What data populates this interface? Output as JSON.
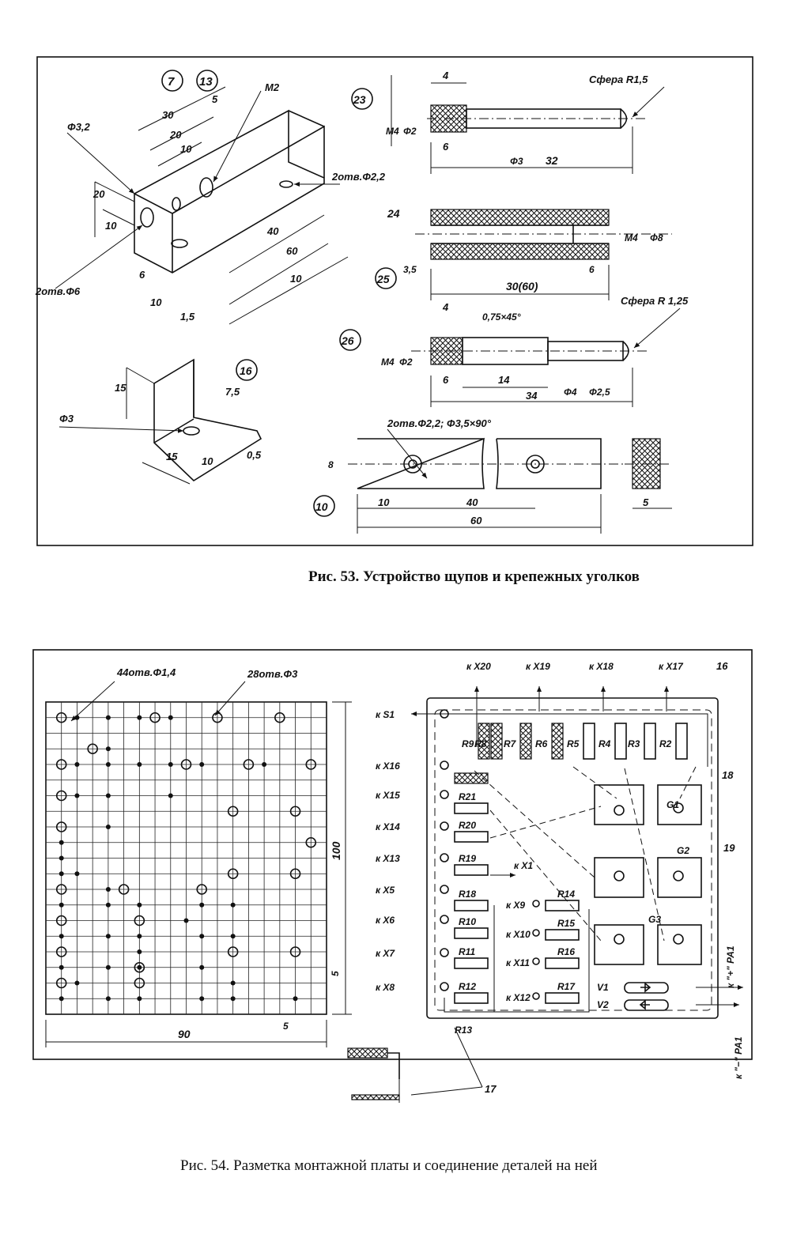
{
  "fig53": {
    "caption": "Рис. 53. Устройство щупов и крепежных уголков",
    "part7": {
      "num_a": "7",
      "num_b": "13",
      "dims": [
        "30",
        "20",
        "10",
        "5",
        "20",
        "10",
        "6",
        "10",
        "1,5",
        "40",
        "60",
        "10"
      ],
      "diam32": "Φ3,2",
      "m2": "M2",
      "holes22": "2отв.Φ2,2",
      "holes6": "2отв.Φ6"
    },
    "part16": {
      "num": "16",
      "dims": [
        "15",
        "7,5",
        "15",
        "10",
        "0,5"
      ],
      "diam": "Φ3"
    },
    "part23": {
      "num": "23",
      "dims": [
        "4",
        "6",
        "32"
      ],
      "m4": "M4",
      "d2": "Φ2",
      "d3": "Φ3",
      "sphere": "Сфера R1,5"
    },
    "part25": {
      "num": "25",
      "dims": [
        "24",
        "3,5",
        "6",
        "30(60)"
      ],
      "m4": "M4",
      "d8": "Φ8"
    },
    "part26": {
      "num": "26",
      "dims": [
        "4",
        "6",
        "14",
        "34"
      ],
      "chamfer": "0,75×45°",
      "m4": "M4",
      "d2": "Φ2",
      "d4": "Φ4",
      "d25": "Φ2,5",
      "sphere": "Сфера R 1,25"
    },
    "part10": {
      "num": "10",
      "dims": [
        "8",
        "10",
        "40",
        "60",
        "5"
      ],
      "holes": "2отв.Φ2,2; Φ3,5×90°"
    }
  },
  "fig54": {
    "caption": "Рис. 54. Разметка монтажной платы и соединение деталей на ней",
    "board": {
      "holes_small": "44отв.Φ1,4",
      "holes_big": "28отв.Φ3",
      "w": "90",
      "h": "100",
      "m5a": "5",
      "m5b": "5"
    },
    "wiring": {
      "top": [
        "к X20",
        "к X19",
        "к X18",
        "к X17"
      ],
      "left": [
        "к S1",
        "к X16",
        "к X15",
        "к X14",
        "к X13",
        "к X5",
        "к X6",
        "к X7",
        "к X8"
      ],
      "inner": [
        "к X1",
        "к X9",
        "к X10",
        "к X11",
        "к X12"
      ],
      "resistors_top": [
        "R9",
        "R8",
        "R7",
        "R6",
        "R5",
        "R4",
        "R3",
        "R2"
      ],
      "resistors_left": [
        "R21",
        "R20",
        "R19",
        "R18",
        "R10",
        "R11",
        "R12"
      ],
      "resistors_right": [
        "R14",
        "R15",
        "R16",
        "R17"
      ],
      "r13": "R13",
      "batteries": [
        "G1",
        "G2",
        "G3"
      ],
      "diodes": [
        "V1",
        "V2"
      ],
      "refs": [
        "16",
        "18",
        "19",
        "17"
      ],
      "pa_plus": "к \"+\" PA1",
      "pa_minus": "к \"−\" PA1"
    }
  }
}
